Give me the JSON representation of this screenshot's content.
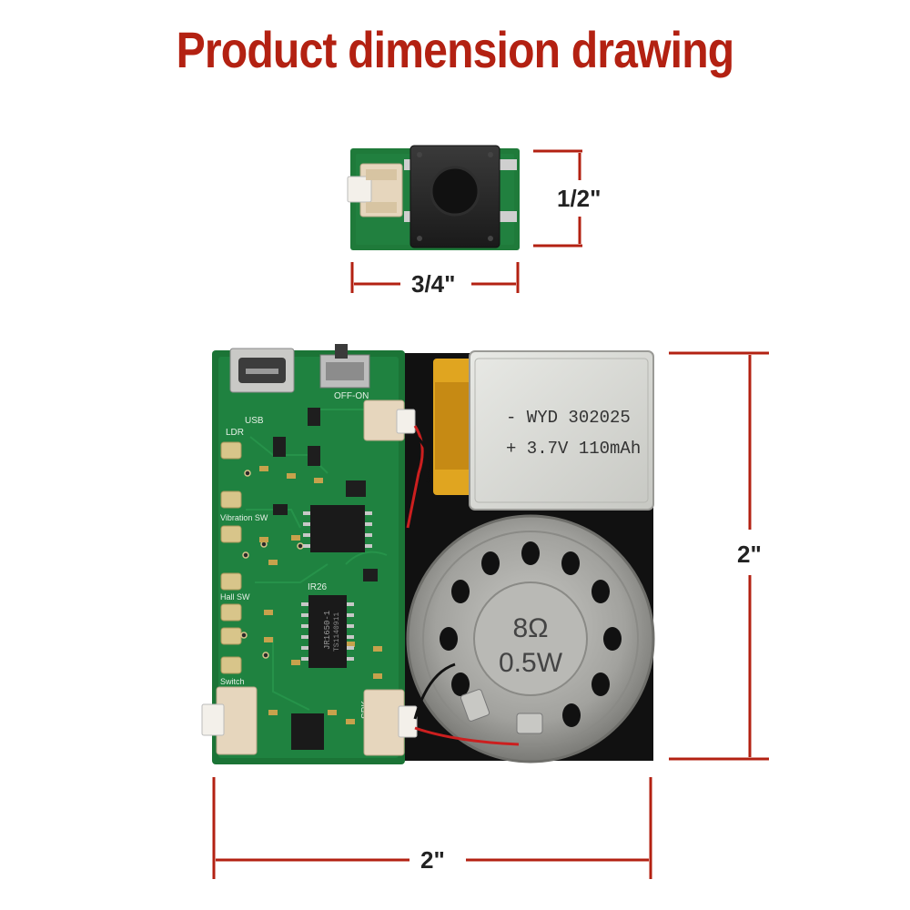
{
  "title": "Product dimension drawing",
  "dimensions": {
    "small_board_height": "1/2\"",
    "small_board_width": "3/4\"",
    "main_board_height": "2\"",
    "main_board_width": "2\""
  },
  "silkscreen": {
    "usb": "USB",
    "off_on": "OFF-ON",
    "ldr": "LDR",
    "vibration_sw": "Vibration SW",
    "hall_sw": "Hall SW",
    "switch": "Switch",
    "spk": "SPK",
    "ic_label": "IR26",
    "chip_text_1": "JR1650-1",
    "chip_text_2": "TS1140911"
  },
  "battery": {
    "line1": "- WYD  302025",
    "line2": "+ 3.7V 110mAh"
  },
  "speaker": {
    "line1": "8Ω",
    "line2": "0.5W"
  },
  "colors": {
    "title": "#b32112",
    "dimension_line": "#b32112",
    "pcb": "#1d7a3a",
    "battery": "#d9dad6",
    "speaker": "#9d9d9a"
  }
}
